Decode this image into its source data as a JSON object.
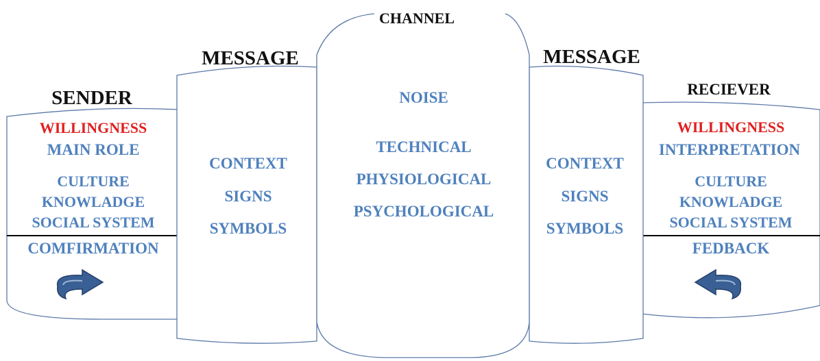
{
  "colors": {
    "text_primary": "#4f81bd",
    "highlight": "#e02020",
    "heading": "#111111",
    "outline": "#5a78a8",
    "arrow": "#3a5f94"
  },
  "sender": {
    "title": "SENDER",
    "willingness": "WILLINGNESS",
    "role": "MAIN ROLE",
    "factors": [
      "CULTURE",
      "KNOWLADGE",
      "SOCIAL SYSTEM"
    ],
    "loop": "COMFIRMATION",
    "loop_icon": "circular-arrow-icon"
  },
  "message_left": {
    "title": "MESSAGE",
    "items": [
      "CONTEXT",
      "SIGNS",
      "SYMBOLS"
    ]
  },
  "channel": {
    "title": "CHANNEL",
    "noise": "NOISE",
    "items": [
      "TECHNICAL",
      "PHYSIOLOGICAL",
      "PSYCHOLOGICAL"
    ]
  },
  "message_right": {
    "title": "MESSAGE",
    "items": [
      "CONTEXT",
      "SIGNS",
      "SYMBOLS"
    ]
  },
  "receiver": {
    "title": "RECIEVER",
    "willingness": "WILLINGNESS",
    "role": "INTERPRETATION",
    "factors": [
      "CULTURE",
      "KNOWLADGE",
      "SOCIAL SYSTEM"
    ],
    "loop": "FEDBACK",
    "loop_icon": "circular-arrow-icon"
  }
}
